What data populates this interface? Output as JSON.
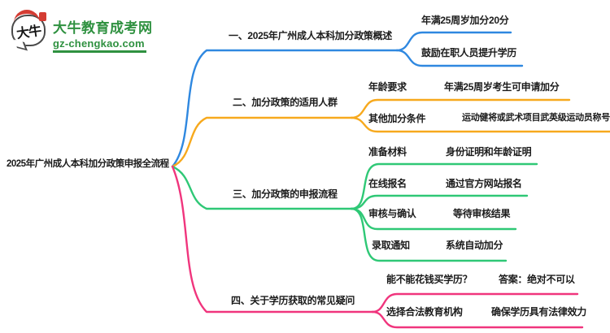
{
  "logo": {
    "bubble_text": "大牛",
    "site_name": "大牛教育成考网",
    "site_url": "gz-chengkao.com",
    "brand_green": "#2f9140",
    "seal_red": "#d43c33"
  },
  "root": {
    "title": "2025年广州成人本科加分政策申报全流程"
  },
  "branches": [
    {
      "title": "一、2025年广州成人本科加分政策概述",
      "color": "#2f88e0",
      "children": [
        {
          "label": "年满25周岁加分20分"
        },
        {
          "label": "鼓励在职人员提升学历"
        }
      ]
    },
    {
      "title": "二、加分政策的适用人群",
      "color": "#f7a91d",
      "children": [
        {
          "label": "年龄要求",
          "detail": "年满25周岁考生可申请加分"
        },
        {
          "label": "其他加分条件",
          "detail": "运动健将或武术项目武英级运动员称号"
        }
      ]
    },
    {
      "title": "三、加分政策的申报流程",
      "color": "#2fc876",
      "children": [
        {
          "label": "准备材料",
          "detail": "身份证明和年龄证明"
        },
        {
          "label": "在线报名",
          "detail": "通过官方网站报名"
        },
        {
          "label": "审核与确认",
          "detail": "等待审核结果"
        },
        {
          "label": "录取通知",
          "detail": "系统自动加分"
        }
      ]
    },
    {
      "title": "四、关于学历获取的常见疑问",
      "color": "#f0357d",
      "children": [
        {
          "label": "能不能花钱买学历？",
          "detail": "答案：绝对不可以"
        },
        {
          "label": "选择合法教育机构",
          "detail": "确保学历具有法律效力"
        }
      ]
    }
  ]
}
